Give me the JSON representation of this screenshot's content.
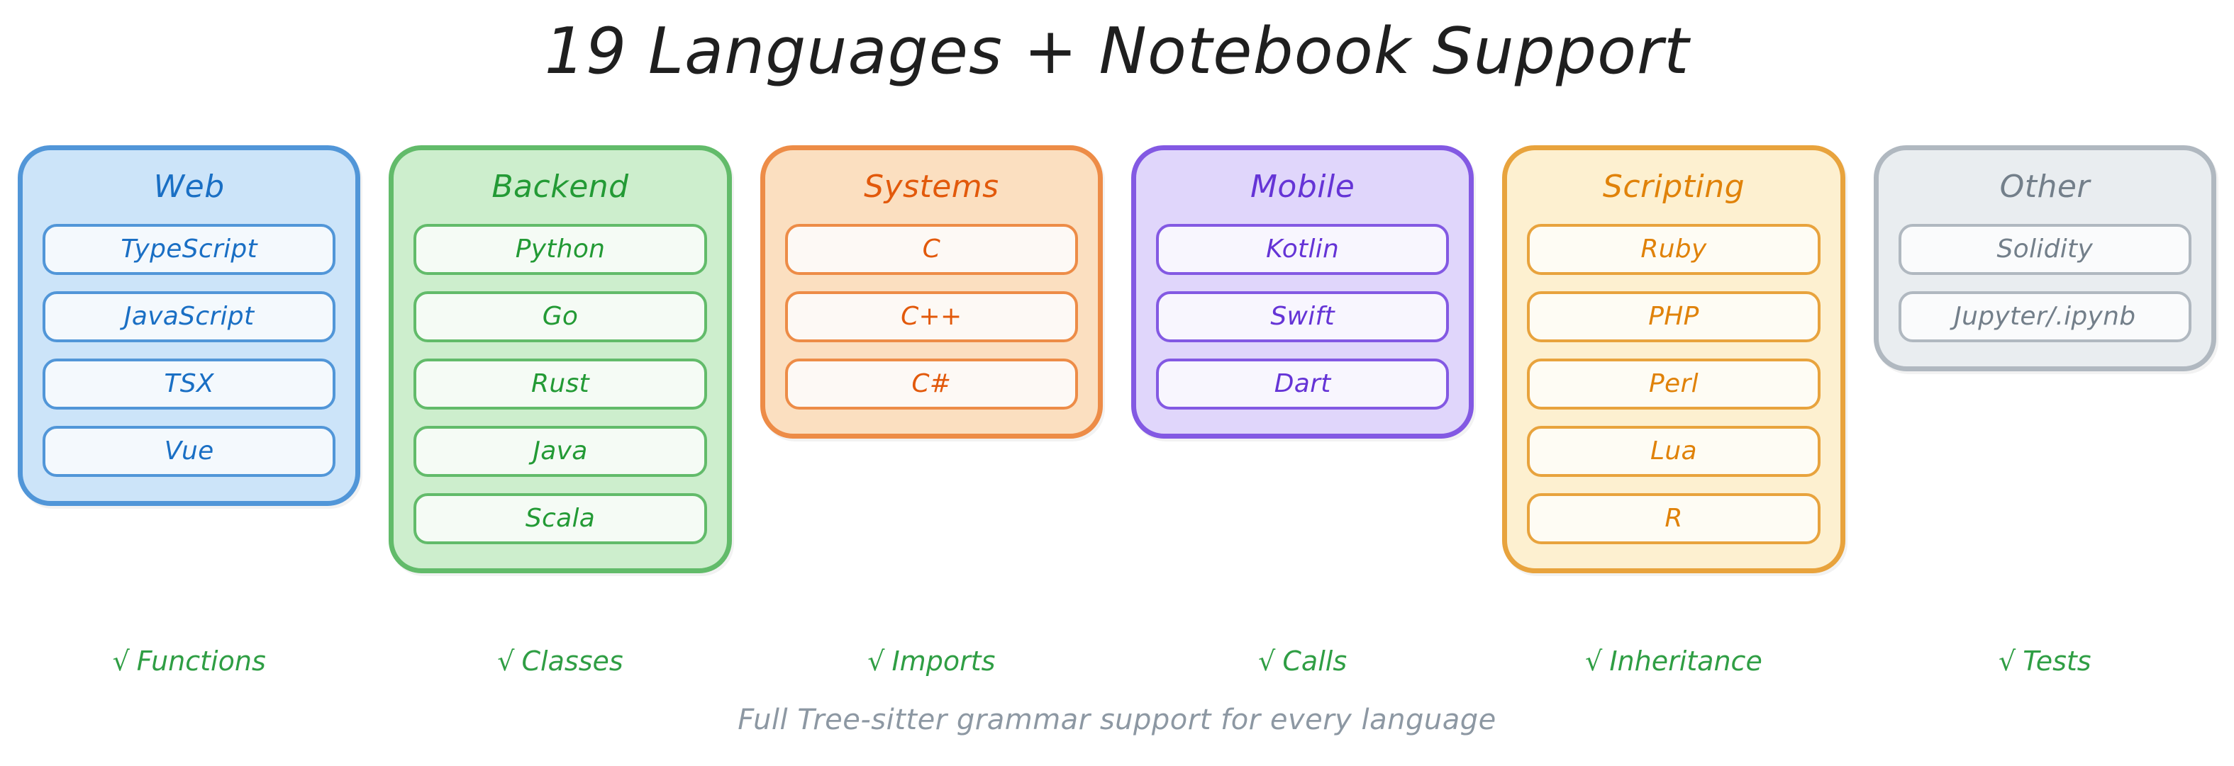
{
  "header": {
    "title": "19 Languages + Notebook Support"
  },
  "cards": [
    {
      "id": "web",
      "title": "Web",
      "theme": "t-blue",
      "accent": "#1a6fc4",
      "items": [
        "TypeScript",
        "JavaScript",
        "TSX",
        "Vue"
      ]
    },
    {
      "id": "backend",
      "title": "Backend",
      "theme": "t-green",
      "accent": "#239a35",
      "items": [
        "Python",
        "Go",
        "Rust",
        "Java",
        "Scala"
      ]
    },
    {
      "id": "systems",
      "title": "Systems",
      "theme": "t-orange",
      "accent": "#e2590b",
      "items": [
        "C",
        "C++",
        "C#"
      ]
    },
    {
      "id": "mobile",
      "title": "Mobile",
      "theme": "t-purple",
      "accent": "#6534d6",
      "items": [
        "Kotlin",
        "Swift",
        "Dart"
      ]
    },
    {
      "id": "scripting",
      "title": "Scripting",
      "theme": "t-amber",
      "accent": "#e08209",
      "items": [
        "Ruby",
        "PHP",
        "Perl",
        "Lua",
        "R"
      ]
    },
    {
      "id": "other",
      "title": "Other",
      "theme": "t-gray",
      "accent": "#737f8a",
      "items": [
        "Solidity",
        "Jupyter/.ipynb"
      ]
    }
  ],
  "features": {
    "tick": "√",
    "color": "#2f9e44",
    "items": [
      "Functions",
      "Classes",
      "Imports",
      "Calls",
      "Inheritance",
      "Tests"
    ]
  },
  "footer": {
    "text": "Full Tree-sitter grammar support for every language",
    "color": "#8d98a3"
  }
}
